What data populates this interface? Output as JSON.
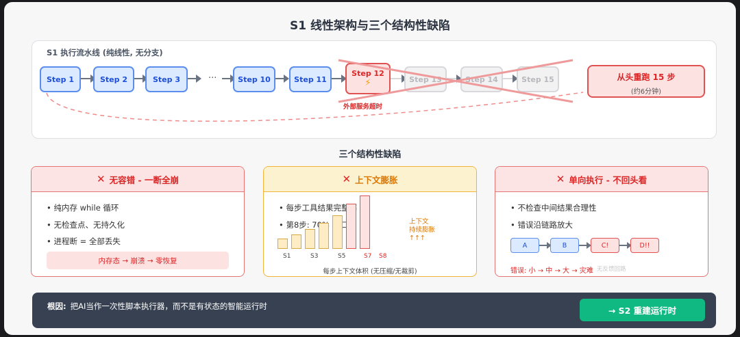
{
  "title": "S1 线性架构与三个结构性缺陷",
  "pipeline": {
    "label": "S1 执行流水线 (纯线性, 无分支)",
    "steps": [
      "Step 1",
      "Step 2",
      "Step 3",
      "Step 10",
      "Step 11",
      "Step 12",
      "Step 13",
      "Step 14",
      "Step 15"
    ],
    "ellipsis": "···",
    "bolt": "⚡",
    "timeout": "外部服务超时",
    "redo_title": "从头重跑 15 步",
    "redo_sub": "(约6分钟)"
  },
  "subtitle": "三个结构性缺陷",
  "cards": [
    {
      "title": "无容错 - 一断全崩",
      "bullets": [
        "纯内存 while 循环",
        "无检查点、无持久化",
        "进程断 = 全部丢失"
      ],
      "pill": "内存态 → 崩溃 → 零恢复"
    },
    {
      "title": "上下文膨胀",
      "bullets": [
        "每步工具结果完整塞",
        "第8步: 70% 窗口"
      ],
      "bar_values": [
        1,
        1.4,
        1.9,
        2.5,
        3.2,
        4.3,
        5.1
      ],
      "bar_labels": [
        "S1",
        "S3",
        "S5",
        "S7",
        "S8"
      ],
      "side_note": [
        "上下文",
        "持续膨胀",
        "↑↑↑"
      ],
      "caption": "每步上下文体积 (无压缩/无裁剪)"
    },
    {
      "title": "单向执行 - 不回头看",
      "bullets": [
        "不检查中间结果合理性",
        "错误沿链路放大"
      ],
      "nodes": [
        "A",
        "B",
        "C!",
        "D!!"
      ],
      "error_line": "错误: 小 → 中 → 大 → 灾难",
      "back_note": "无反馈回路"
    }
  ],
  "footer": {
    "root_label": "根因:",
    "root_text": "把AI当作一次性脚本执行器，而不是有状态的智能运行时",
    "cta": "→ S2 重建运行时"
  },
  "colors": {
    "blue": "#5b8def",
    "red": "#e05252",
    "amber": "#f2b33a",
    "green": "#10b981",
    "dark": "#374151"
  }
}
